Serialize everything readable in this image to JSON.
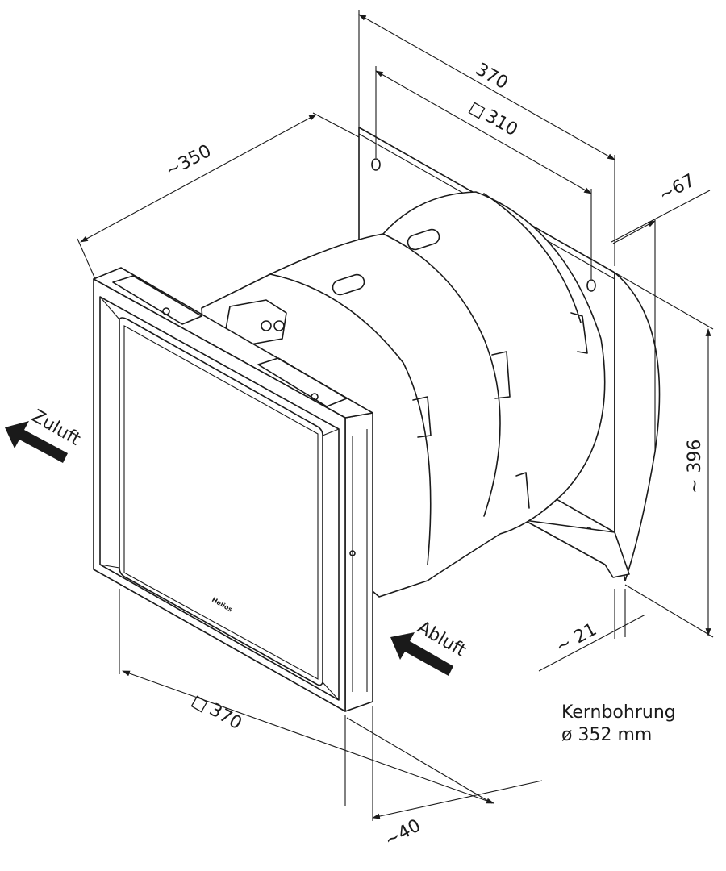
{
  "dimensions": {
    "rear_width": "370",
    "rear_square": "310",
    "depth": "~350",
    "depth_back": "~67",
    "height": "~ 396",
    "front_square": "370",
    "front_depth": "~40",
    "wall_offset": "~ 21"
  },
  "labels": {
    "supply_air": "Zuluft",
    "exhaust_air": "Abluft",
    "core_drill_line1": "Kernbohrung",
    "core_drill_line2": "ø 352 mm"
  },
  "brand_mark": "Helios"
}
